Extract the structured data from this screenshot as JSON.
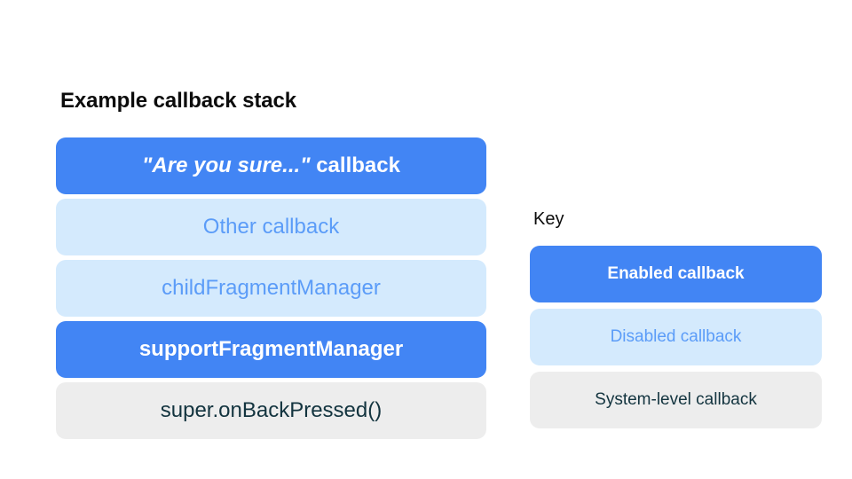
{
  "background_color": "#ffffff",
  "palette": {
    "enabled_fill": "#4285f4",
    "enabled_text": "#ffffff",
    "disabled_fill": "#d4eafd",
    "disabled_text": "#5b9cf8",
    "system_fill": "#ededed",
    "system_text": "#13343f",
    "heading_text": "#0c0c0c"
  },
  "stack": {
    "title": "Example callback stack",
    "rows": [
      {
        "label": "\"Are you sure...\" callback",
        "label_quoted": "\"Are you sure...\"",
        "label_rest": " callback",
        "state": "enabled",
        "italic_quote": true
      },
      {
        "label": "Other callback",
        "state": "disabled",
        "italic_quote": false
      },
      {
        "label": "childFragmentManager",
        "state": "disabled",
        "italic_quote": false
      },
      {
        "label": "supportFragmentManager",
        "state": "enabled",
        "italic_quote": false
      },
      {
        "label": "super.onBackPressed()",
        "state": "system",
        "italic_quote": false
      }
    ]
  },
  "key": {
    "title": "Key",
    "rows": [
      {
        "label": "Enabled callback",
        "state": "enabled"
      },
      {
        "label": "Disabled callback",
        "state": "disabled"
      },
      {
        "label": "System-level callback",
        "state": "system"
      }
    ]
  }
}
